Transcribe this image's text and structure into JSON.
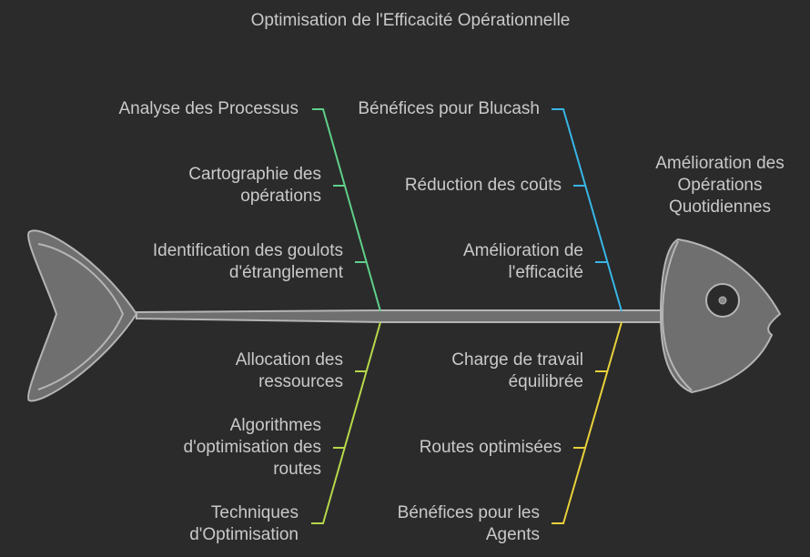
{
  "title": "Optimisation de l'Efficacité Opérationnelle",
  "effect": "Amélioration des Opérations Quotidiennes",
  "branches": [
    {
      "title": "Analyse des Processus",
      "color": "#5fd08a",
      "causes": [
        "Cartographie des opérations",
        "Identification des goulots d'étranglement"
      ]
    },
    {
      "title": "Bénéfices pour Blucash",
      "color": "#38b6e6",
      "causes": [
        "Réduction des coûts",
        "Amélioration de l'efficacité"
      ]
    },
    {
      "title": "Techniques d'Optimisation",
      "color": "#b5d84a",
      "causes": [
        "Allocation des ressources",
        "Algorithmes d'optimisation des routes"
      ]
    },
    {
      "title": "Bénéfices pour les Agents",
      "color": "#e8d13a",
      "causes": [
        "Charge de travail équilibrée",
        "Routes optimisées"
      ]
    }
  ],
  "fish": {
    "body_color": "#6f6f6f",
    "outline_color": "#b5b5b5",
    "eye_color": "#2b2b2b"
  }
}
